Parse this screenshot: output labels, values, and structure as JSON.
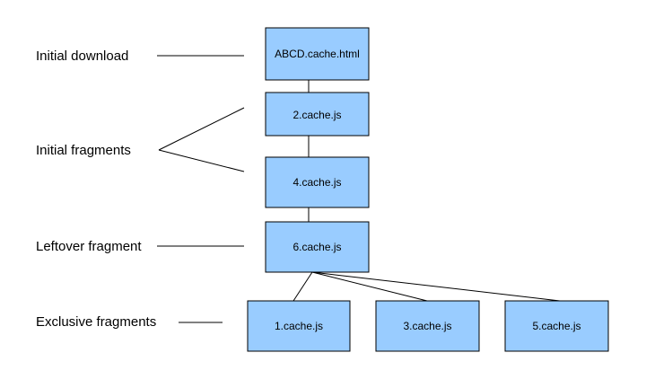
{
  "labels": {
    "initial_download": "Initial download",
    "initial_fragments": "Initial fragments",
    "leftover_fragment": "Leftover fragment",
    "exclusive_fragments": "Exclusive fragments"
  },
  "nodes": {
    "abcd": "ABCD.cache.html",
    "n2": "2.cache.js",
    "n4": "4.cache.js",
    "n6": "6.cache.js",
    "n1": "1.cache.js",
    "n3": "3.cache.js",
    "n5": "5.cache.js"
  },
  "colors": {
    "box_fill": "#99ccff",
    "box_stroke": "#000000",
    "line": "#000000"
  }
}
